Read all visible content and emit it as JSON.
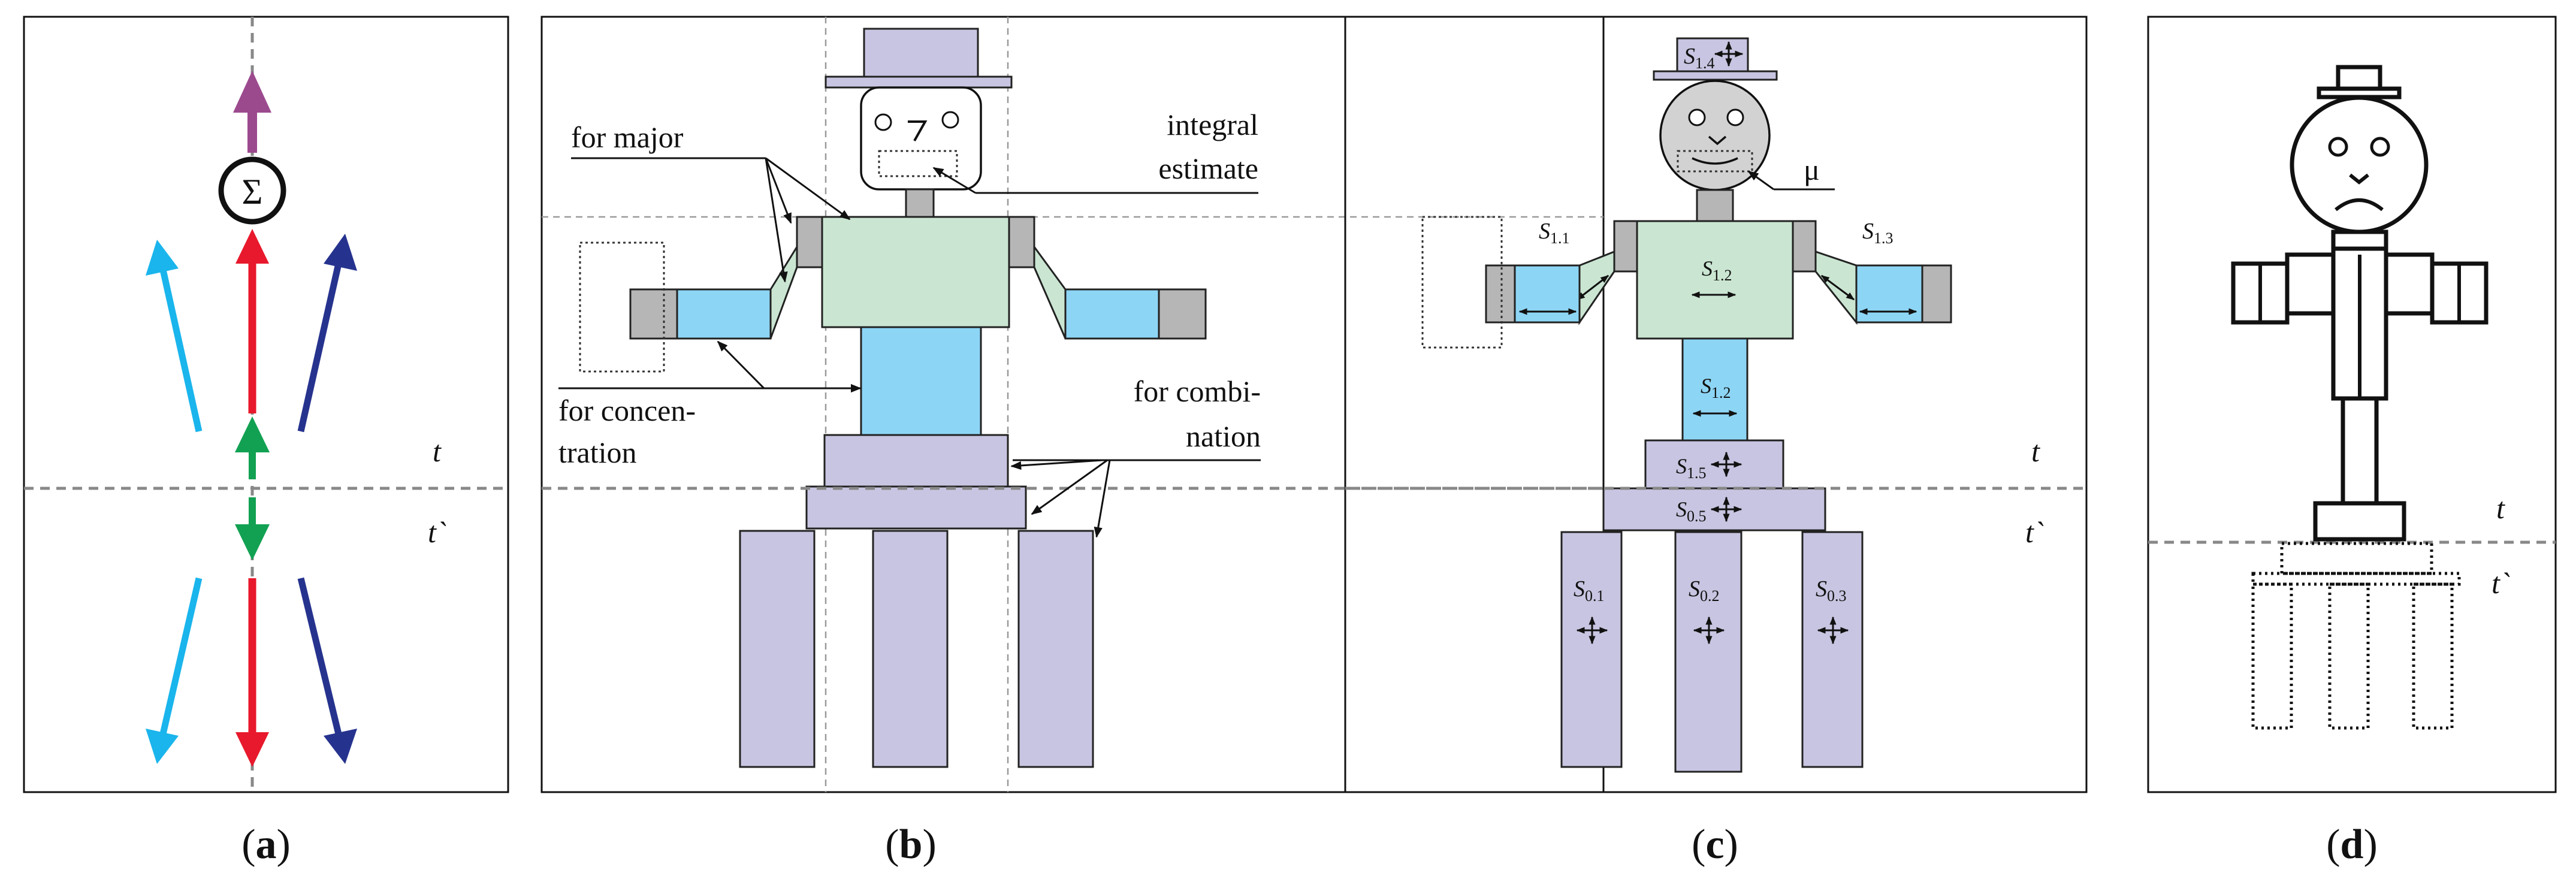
{
  "colors": {
    "lavender": "#c7c5e1",
    "mint": "#cae6d2",
    "skyblue": "#8dd5f5",
    "gray": "#b6b6b6",
    "head_gray": "#d2d2d2",
    "arrow_red": "#e8192c",
    "arrow_green": "#12a152",
    "arrow_cyan": "#1ab5ec",
    "arrow_navy": "#26338e",
    "arrow_purple": "#9c4a8e"
  },
  "panel_a": {
    "sum_symbol": "Σ",
    "t_label": "t",
    "t_prime_label": "t`",
    "caption": "a"
  },
  "panel_b": {
    "label_major": "for major",
    "label_integral_1": "integral",
    "label_integral_2": "estimate",
    "label_conc_1": "for concen-",
    "label_conc_2": "tration",
    "label_comb_1": "for combi-",
    "label_comb_2": "nation",
    "caption": "b"
  },
  "panel_c": {
    "s_letter": "S",
    "sub_14": "1.4",
    "sub_11": "1.1",
    "sub_12": "1.2",
    "sub_13": "1.3",
    "sub_15": "1.5",
    "sub_05": "0.5",
    "sub_01": "0.1",
    "sub_02": "0.2",
    "sub_03": "0.3",
    "mu": "μ",
    "t_label": "t",
    "t_prime_label": "t`",
    "caption": "c"
  },
  "panel_d": {
    "t_label": "t",
    "t_prime_label": "t`",
    "caption": "d"
  }
}
